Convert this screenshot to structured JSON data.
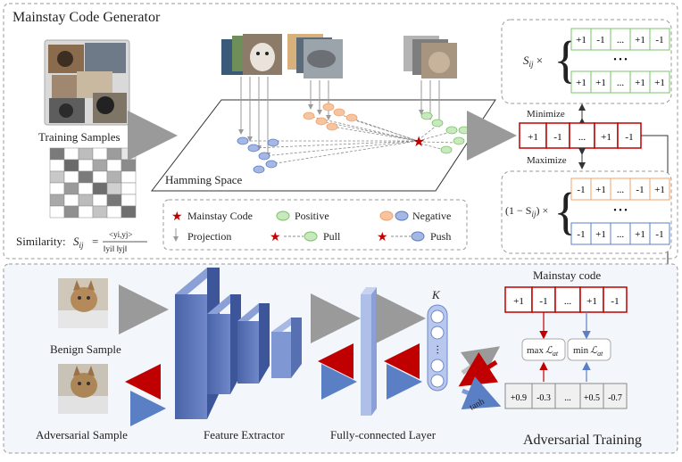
{
  "top_panel": {
    "title": "Mainstay Code Generator",
    "training_samples_label": "Training Samples",
    "similarity_prefix": "Similarity:",
    "similarity_symbol": "S",
    "similarity_sub": "ij",
    "similarity_numerator": "<y",
    "similarity_denominator": "‖y",
    "hamming_space_label": "Hamming Space",
    "legend": {
      "mainstay_code": "Mainstay Code",
      "positive": "Positive",
      "negative": "Negative",
      "projection": "Projection",
      "pull": "Pull",
      "push": "Push"
    },
    "minimize_label": "Minimize",
    "maximize_label": "Maximize",
    "sij_times": "S",
    "one_minus_sij": "(1 − S",
    "times_symbol": "×",
    "dots": "• • •",
    "mainstay_code_cells": [
      "+1",
      "-1",
      "...",
      "+1",
      "-1"
    ],
    "positive_rows": [
      [
        "+1",
        "-1",
        "...",
        "+1",
        "-1"
      ],
      [
        "+1",
        "+1",
        "...",
        "+1",
        "+1"
      ]
    ],
    "negative_rows": [
      [
        "-1",
        "+1",
        "...",
        "-1",
        "+1"
      ],
      [
        "-1",
        "+1",
        "...",
        "+1",
        "-1"
      ]
    ]
  },
  "bottom_panel": {
    "mainstay_code_title": "Mainstay code",
    "mainstay_code_cells": [
      "+1",
      "-1",
      "...",
      "+1",
      "-1"
    ],
    "benign_sample_label": "Benign Sample",
    "adversarial_sample_label": "Adversarial Sample",
    "feature_extractor_label": "Feature Extractor",
    "fc_layer_label": "Fully-connected Layer",
    "k_label": "K",
    "ellipsis": "⋯",
    "max_loss_label": "max",
    "min_loss_label": "min",
    "loss_symbol": "ℒ",
    "loss_sub": "at",
    "tanh_label": "tanh",
    "output_cells": [
      "+0.9",
      "-0.3",
      "...",
      "+0.5",
      "-0.7"
    ],
    "adversarial_training_label": "Adversarial Training"
  },
  "colors": {
    "red": "#c00000",
    "blue": "#5b7fc4",
    "green": "#7cc36a",
    "orange": "#f0a36b",
    "panel_border": "#999999",
    "bottom_bg": "#f3f6fa"
  }
}
